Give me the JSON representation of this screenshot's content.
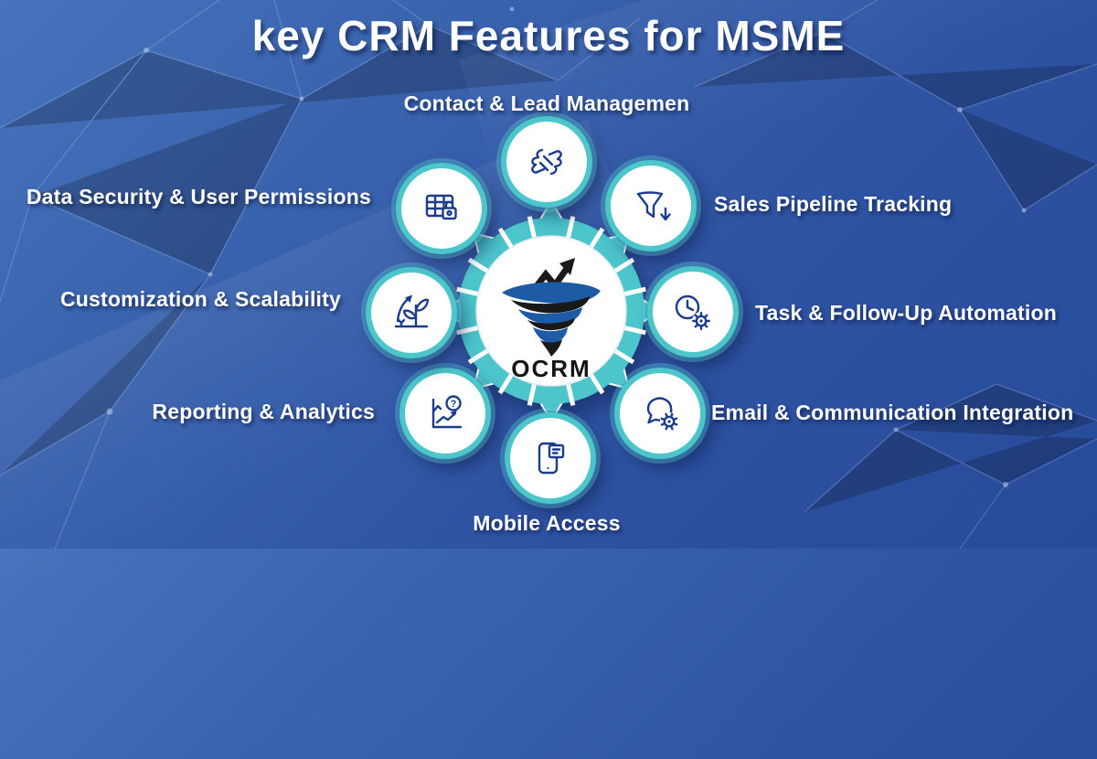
{
  "title": "key CRM Features for MSME",
  "hub": {
    "brand": "OCRM"
  },
  "features": [
    {
      "label": "Contact & Lead Managemen"
    },
    {
      "label": "Sales Pipeline Tracking"
    },
    {
      "label": "Task & Follow-Up Automation"
    },
    {
      "label": "Email & Communication Integration"
    },
    {
      "label": "Mobile Access"
    },
    {
      "label": "Reporting & Analytics"
    },
    {
      "label": "Customization & Scalability"
    },
    {
      "label": "Data Security & User Permissions"
    }
  ],
  "icons": {
    "question_glyph": "?"
  },
  "colors": {
    "background": "#2f54a3",
    "accent_teal": "#4cc5cb",
    "icon_blue": "#1b3c8c",
    "logo_blue": "#1d5ba6",
    "logo_black": "#191919",
    "text": "#ffffff"
  }
}
